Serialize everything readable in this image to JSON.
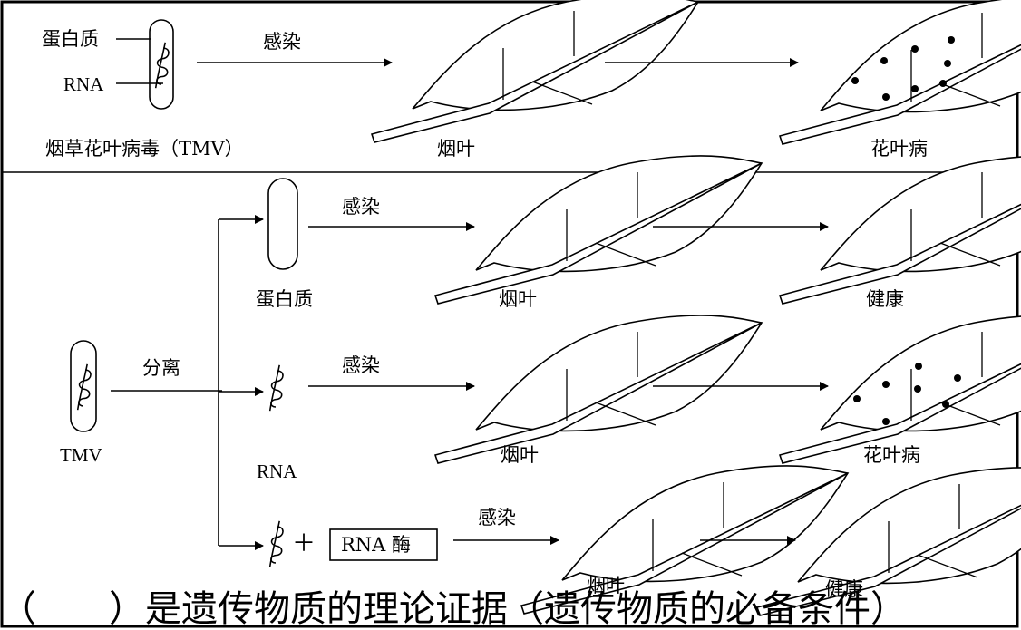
{
  "labels": {
    "tmv_protein": "蛋白质",
    "tmv_rna": "RNA",
    "tmv_name": "烟草花叶病毒（TMV）",
    "infect": "感染",
    "tobacco_leaf": "烟叶",
    "mosaic_disease": "花叶病",
    "separate": "分离",
    "tmv_short": "TMV",
    "protein": "蛋白质",
    "rna": "RNA",
    "healthy": "健康",
    "plus": "＋",
    "rnase": "RNA 酶"
  },
  "caption": "（　　）是遗传物质的理论证据（遗传物质的必备条件）"
}
